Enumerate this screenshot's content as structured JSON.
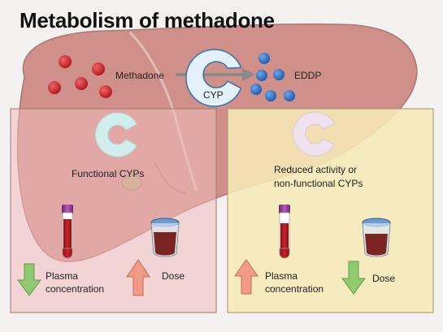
{
  "title": "Metabolism of methadone",
  "labels": {
    "methadone": "Methadone",
    "cyp": "CYP",
    "eddp": "EDDP",
    "functional": "Functional CYPs",
    "reduced_line1": "Reduced activity or",
    "reduced_line2": "non-functional CYPs",
    "left_plasma_line1": "Plasma",
    "left_plasma_line2": "concentration",
    "left_dose": "Dose",
    "right_plasma_line1": "Plasma",
    "right_plasma_line2": "concentration",
    "right_dose": "Dose"
  },
  "colors": {
    "liver": "#c97f78",
    "methadone_molecule": "#cc1f26",
    "eddp_molecule": "#2f6fc2",
    "left_panel": "#f1bcbc",
    "right_panel": "#f6e9b6",
    "functional_cyp": "#cfeeec",
    "reduced_cyp": "#efe2ee",
    "arrow_down": "#8fca70",
    "arrow_up": "#f29a86"
  },
  "icons": {
    "left_plasma_arrow": "arrow-down-icon",
    "left_dose_arrow": "arrow-up-icon",
    "right_plasma_arrow": "arrow-up-icon",
    "right_dose_arrow": "arrow-down-icon",
    "tube": "blood-tube-icon",
    "cup": "specimen-cup-icon"
  }
}
